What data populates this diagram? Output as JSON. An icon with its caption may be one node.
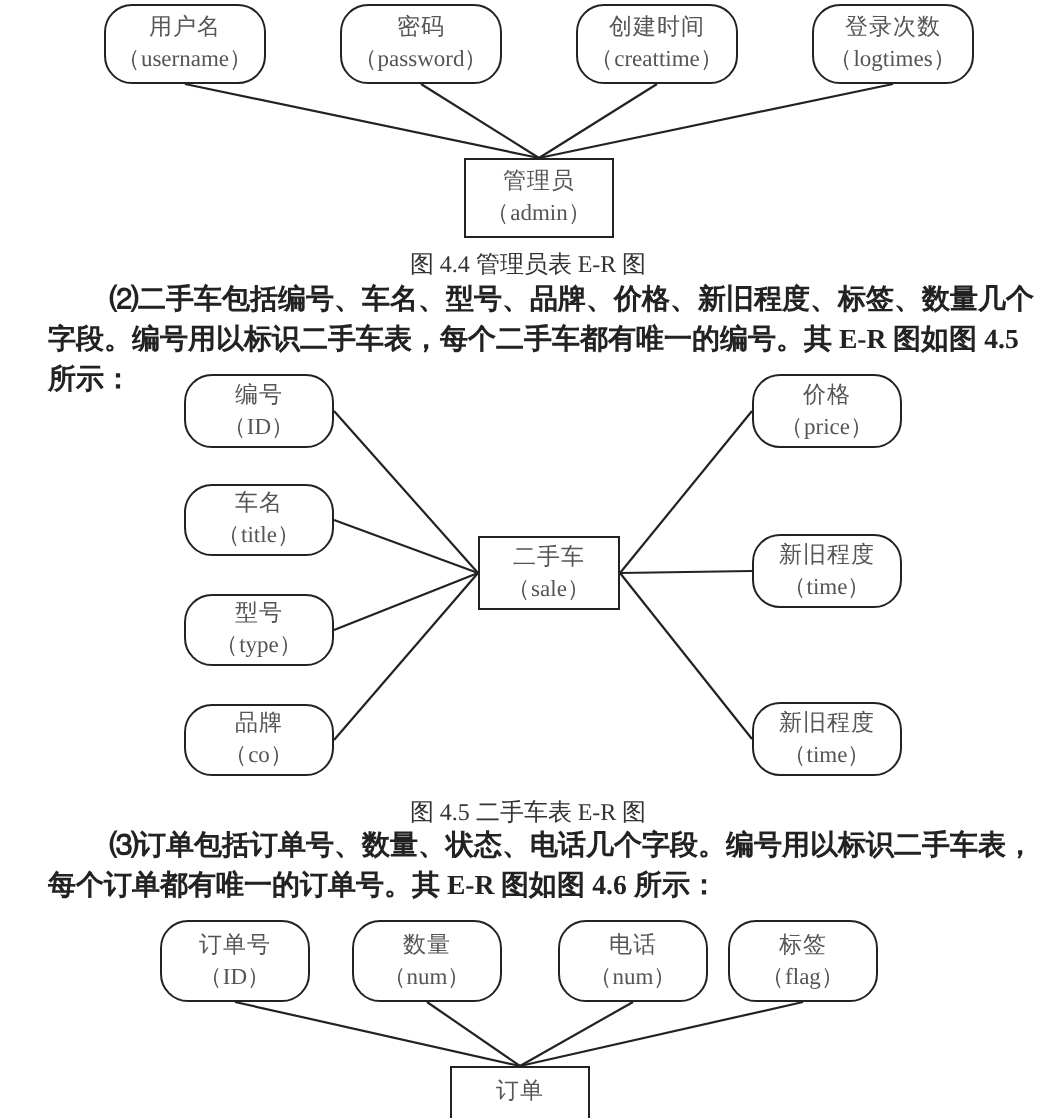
{
  "diagram": {
    "nodes": [
      {
        "text": [
          "用户名",
          "（username）"
        ]
      },
      {
        "text": [
          "密码",
          "（password）"
        ]
      },
      {
        "text": [
          "创建时间",
          "（creattime）"
        ]
      },
      {
        "text": [
          "登录次数",
          "（logtimes）"
        ]
      },
      {
        "text": [
          "管理员",
          "（admin）"
        ]
      },
      {
        "text": [
          "编号",
          "（ID）"
        ]
      },
      {
        "text": [
          "车名",
          "（title）"
        ]
      },
      {
        "text": [
          "型号",
          "（type）"
        ]
      },
      {
        "text": [
          "品牌",
          "（co）"
        ]
      },
      {
        "text": [
          "二手车",
          "（sale）"
        ]
      },
      {
        "text": [
          "价格",
          "（price）"
        ]
      },
      {
        "text": [
          "新旧程度",
          "（time）"
        ]
      },
      {
        "text": [
          "新旧程度",
          "（time）"
        ]
      },
      {
        "text": [
          "订单号",
          "（ID）"
        ]
      },
      {
        "text": [
          "数量",
          "（num）"
        ]
      },
      {
        "text": [
          "电话",
          "（num）"
        ]
      },
      {
        "text": [
          "标签",
          "（flag）"
        ]
      },
      {
        "text": [
          "订单"
        ]
      }
    ],
    "edges": [
      {
        "from": 0,
        "to": 4,
        "arrow": "none"
      },
      {
        "from": 1,
        "to": 4,
        "arrow": "none"
      },
      {
        "from": 2,
        "to": 4,
        "arrow": "none"
      },
      {
        "from": 3,
        "to": 4,
        "arrow": "none"
      },
      {
        "from": 5,
        "to": 9,
        "arrow": "none"
      },
      {
        "from": 6,
        "to": 9,
        "arrow": "none"
      },
      {
        "from": 7,
        "to": 9,
        "arrow": "none"
      },
      {
        "from": 8,
        "to": 9,
        "arrow": "none"
      },
      {
        "from": 9,
        "to": 10,
        "arrow": "none"
      },
      {
        "from": 9,
        "to": 11,
        "arrow": "none"
      },
      {
        "from": 9,
        "to": 12,
        "arrow": "none"
      },
      {
        "from": 13,
        "to": 17,
        "arrow": "none"
      },
      {
        "from": 14,
        "to": 17,
        "arrow": "none"
      },
      {
        "from": 15,
        "to": 17,
        "arrow": "none"
      },
      {
        "from": 16,
        "to": 17,
        "arrow": "none"
      }
    ],
    "labels": [
      "图 4.4  管理员表 E-R 图",
      "⑵二手车包括编号、车名、型号、品牌、价格、新旧程度、标签、数量几个字段。编号用以标识二手车表，每个二手车都有唯一的编号。其 E-R 图如图 4.5 所示：",
      "图 4.5  二手车表 E-R 图",
      "⑶订单包括订单号、数量、状态、电话几个字段。编号用以标识二手车表，每个订单都有唯一的订单号。其 E-R 图如图 4.6 所示："
    ]
  }
}
